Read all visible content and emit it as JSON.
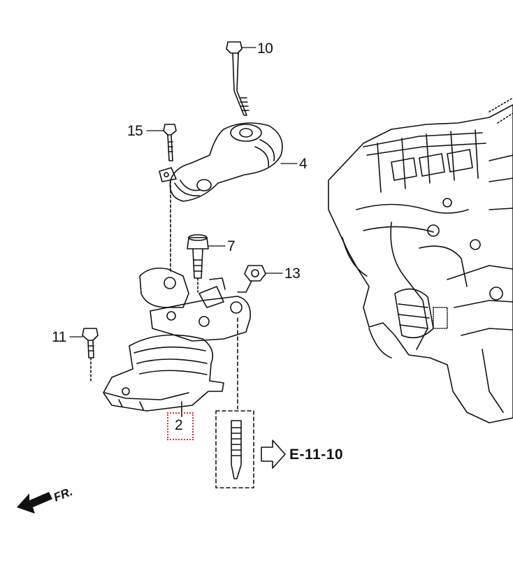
{
  "callouts": {
    "part_10": "10",
    "part_15": "15",
    "part_4": "4",
    "part_7": "7",
    "part_13": "13",
    "part_11": "11",
    "part_2": "2"
  },
  "reference": "E-11-10",
  "direction": "FR.",
  "highlight_color": "#c23b3b",
  "line_color": "#111111"
}
